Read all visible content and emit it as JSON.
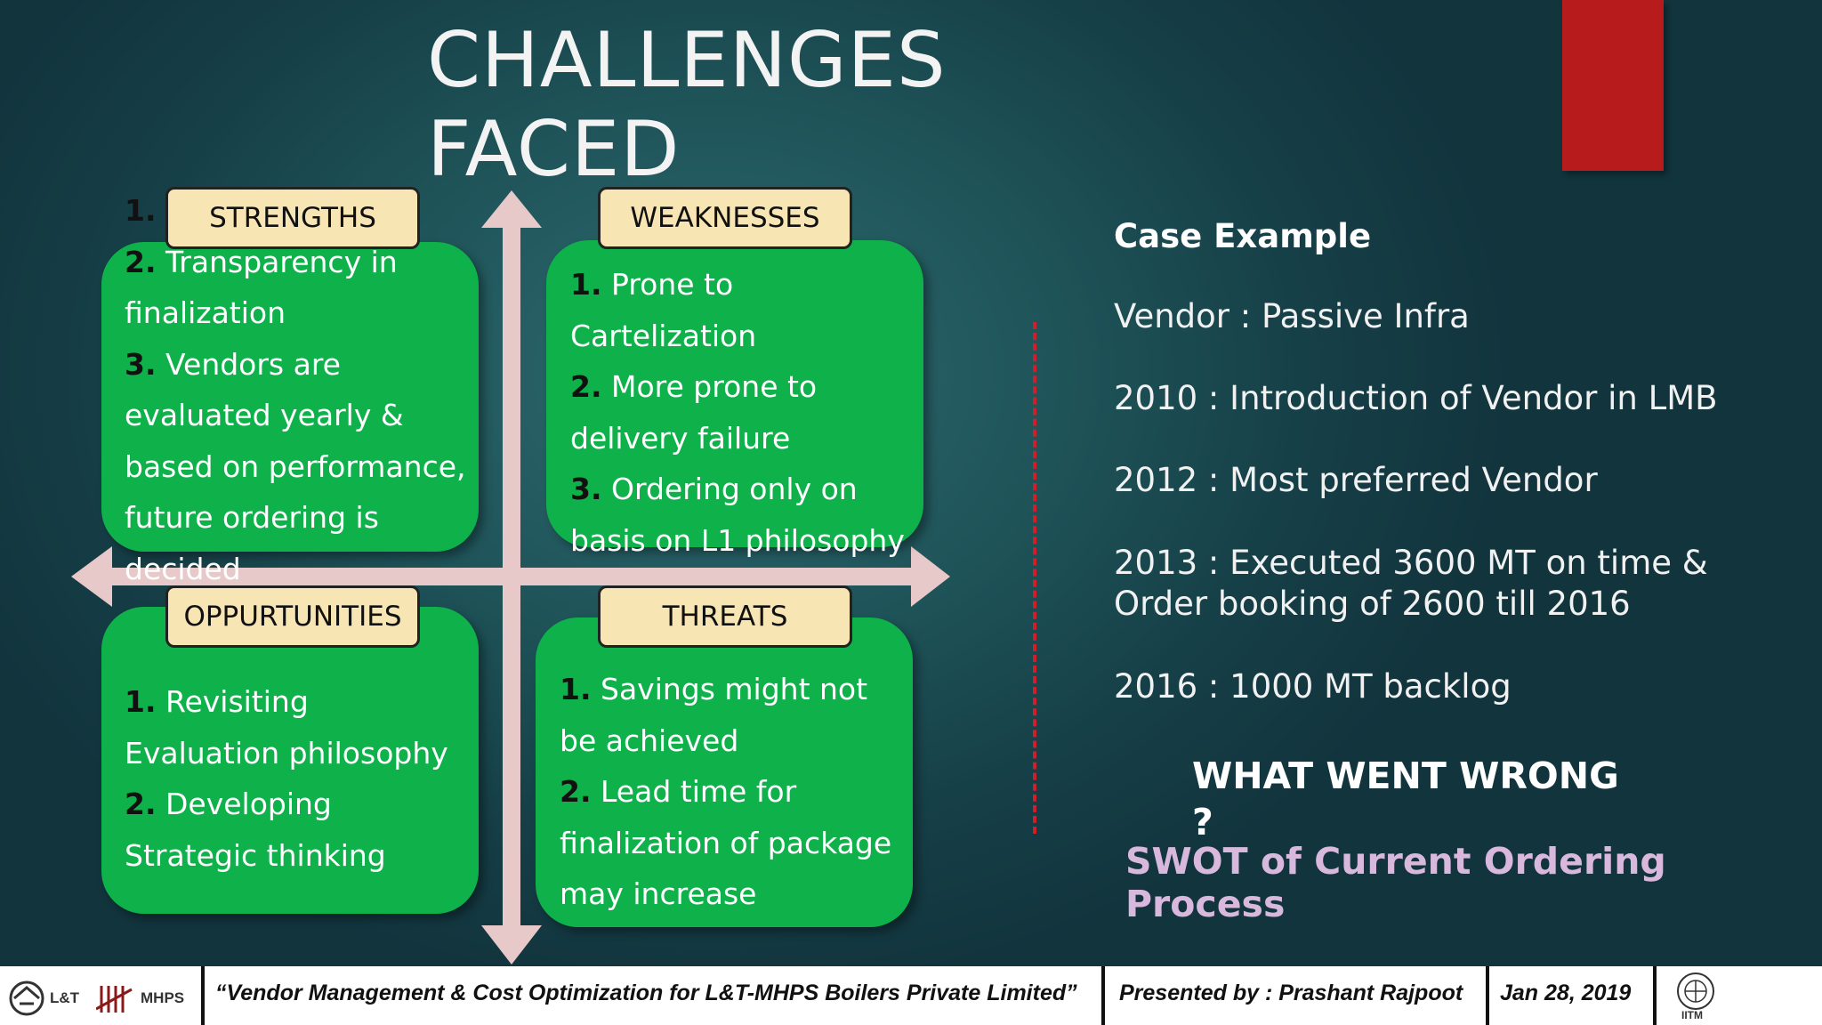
{
  "title": "CHALLENGES FACED",
  "swot": {
    "strengths": {
      "label": "STRENGTHS",
      "hidden_prefix": "1. S",
      "items": [
        {
          "num": "2.",
          "text": "Transparency in finalization"
        },
        {
          "num": "3.",
          "text": "Vendors are evaluated yearly & based on performance, future ordering is decided"
        }
      ]
    },
    "weaknesses": {
      "label": "WEAKNESSES",
      "items": [
        {
          "num": "1.",
          "text": "Prone to Cartelization"
        },
        {
          "num": "2.",
          "text": "More prone to delivery failure"
        },
        {
          "num": "3.",
          "text": "Ordering only on basis on L1 philosophy"
        }
      ]
    },
    "opportunities": {
      "label": "OPPURTUNITIES",
      "items": [
        {
          "num": "1.",
          "text": "Revisiting Evaluation philosophy"
        },
        {
          "num": "2.",
          "text": "Developing Strategic thinking"
        }
      ]
    },
    "threats": {
      "label": "THREATS",
      "items": [
        {
          "num": "1.",
          "text": "Savings might not be achieved"
        },
        {
          "num": "2.",
          "text": "Lead time for finalization of package may increase"
        }
      ]
    }
  },
  "case_example": {
    "heading": "Case Example",
    "vendor": "Vendor : Passive Infra",
    "timeline": [
      "2010 : Introduction of Vendor in LMB",
      "2012 : Most preferred Vendor",
      "2013 : Executed 3600 MT on time &",
      "Order booking of 2600 till 2016",
      "2016 : 1000 MT backlog"
    ],
    "question_line1": "WHAT WENT WRONG",
    "question_line2": "?",
    "swot_caption": "SWOT of Current Ordering Process"
  },
  "footer": {
    "logo1": "L&T",
    "logo2": "MHPS",
    "project": "“Vendor Management & Cost Optimization  for L&T-MHPS Boilers Private Limited”",
    "presenter": "Presented by : Prashant Rajpoot",
    "date": "Jan 28, 2019",
    "logo3": "IITM"
  },
  "colors": {
    "quadrant_fill": "#0fb14a",
    "label_fill": "#f8e5b4",
    "accent_red": "#b71b1b",
    "arrow": "#e7c9c9",
    "swot_caption": "#d9b8dd"
  }
}
